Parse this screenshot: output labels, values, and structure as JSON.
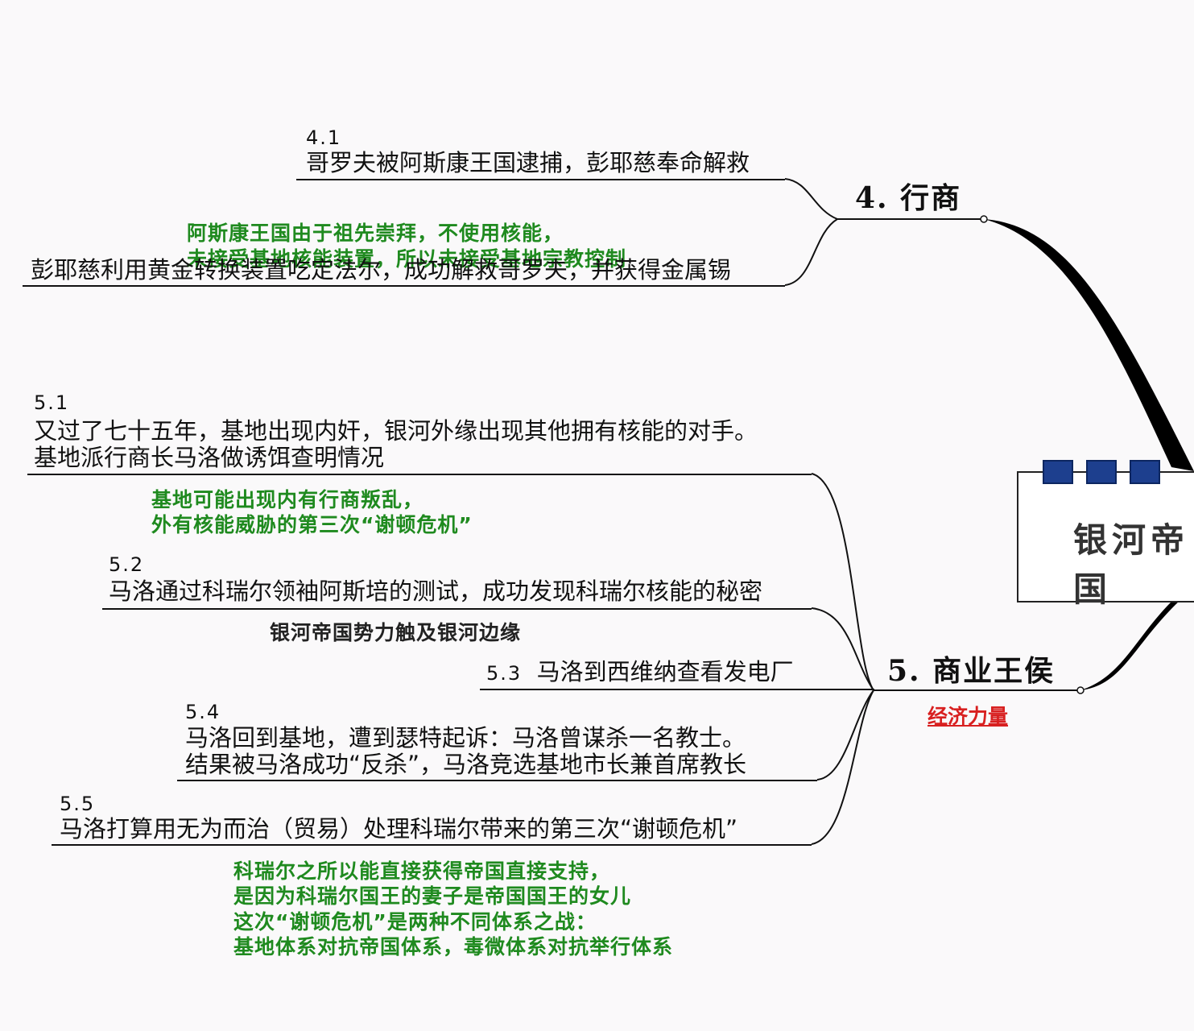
{
  "central": {
    "title": "银河帝国"
  },
  "branches": [
    {
      "label": "4. 行商",
      "items": [
        {
          "number": "4.1",
          "lines": [
            "哥罗夫被阿斯康王国逮捕，彭耶慈奉命解救"
          ]
        },
        {
          "number": "",
          "lines": [
            "彭耶慈利用黄金转换装置吃定法尔，成功解救哥罗夫，并获得金属锡"
          ]
        }
      ],
      "notes": [
        {
          "style": "green",
          "lines": [
            "阿斯康王国由于祖先崇拜，不使用核能，",
            "未接受基地核能装置，所以未接受基地宗教控制"
          ]
        }
      ]
    },
    {
      "label": "5. 商业王侯",
      "sublabel": "经济力量",
      "items": [
        {
          "number": "5.1",
          "lines": [
            "又过了七十五年，基地出现内奸，银河外缘出现其他拥有核能的对手。",
            "基地派行商长马洛做诱饵查明情况"
          ]
        },
        {
          "number": "5.2",
          "lines": [
            "马洛通过科瑞尔领袖阿斯培的测试，成功发现科瑞尔核能的秘密"
          ]
        },
        {
          "number": "5.3",
          "lines": [
            "马洛到西维纳查看发电厂"
          ]
        },
        {
          "number": "5.4",
          "lines": [
            "马洛回到基地，遭到瑟特起诉：马洛曾谋杀一名教士。",
            "结果被马洛成功“反杀”，马洛竞选基地市长兼首席教长"
          ]
        },
        {
          "number": "5.5",
          "lines": [
            "马洛打算用无为而治（贸易）处理科瑞尔带来的第三次“谢顿危机”"
          ]
        }
      ],
      "notes": [
        {
          "style": "green",
          "lines": [
            "基地可能出现内有行商叛乱，",
            "外有核能威胁的第三次“谢顿危机”"
          ]
        },
        {
          "style": "black",
          "lines": [
            "银河帝国势力触及银河边缘"
          ]
        },
        {
          "style": "green",
          "lines": [
            "科瑞尔之所以能直接获得帝国直接支持，",
            "是因为科瑞尔国王的妻子是帝国国王的女儿",
            "这次“谢顿危机”是两种不同体系之战：",
            "基地体系对抗帝国体系，毒微体系对抗举行体系"
          ]
        }
      ]
    }
  ],
  "colors": {
    "note_green": "#1f8a1f",
    "note_red": "#d82020",
    "central_tab": "#1d3f8e"
  }
}
